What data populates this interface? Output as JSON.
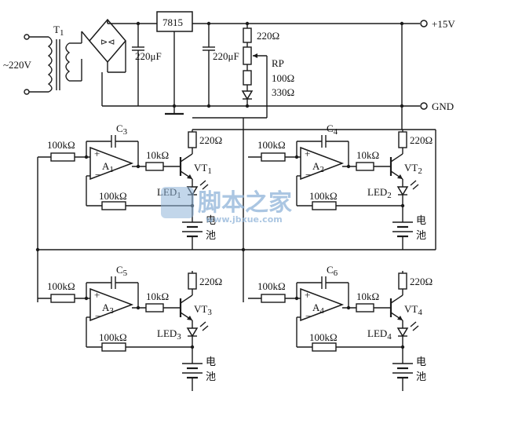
{
  "power": {
    "ac_input": "~220V",
    "transformer": "T",
    "transformer_sub": "1",
    "regulator": "7815",
    "cap_a": "220μF",
    "cap_b": "220μF",
    "r_top": "220Ω",
    "pot": "RP",
    "pot_value": "100Ω",
    "r_bottom": "330Ω",
    "vcc_label": "+15V",
    "gnd_label": "GND"
  },
  "channels": [
    {
      "r_in": "100kΩ",
      "cap": "C",
      "cap_sub": "3",
      "amp": "A",
      "amp_sub": "1",
      "r_base": "10kΩ",
      "r_c": "220Ω",
      "transistor": "VT",
      "transistor_sub": "1",
      "led": "LED",
      "led_sub": "1",
      "r_fb": "100kΩ",
      "battery_1": "电",
      "battery_2": "池"
    },
    {
      "r_in": "100kΩ",
      "cap": "C",
      "cap_sub": "4",
      "amp": "A",
      "amp_sub": "2",
      "r_base": "10kΩ",
      "r_c": "220Ω",
      "transistor": "VT",
      "transistor_sub": "2",
      "led": "LED",
      "led_sub": "2",
      "r_fb": "100kΩ",
      "battery_1": "电",
      "battery_2": "池"
    },
    {
      "r_in": "100kΩ",
      "cap": "C",
      "cap_sub": "5",
      "amp": "A",
      "amp_sub": "3",
      "r_base": "10kΩ",
      "r_c": "220Ω",
      "transistor": "VT",
      "transistor_sub": "3",
      "led": "LED",
      "led_sub": "3",
      "r_fb": "100kΩ",
      "battery_1": "电",
      "battery_2": "池"
    },
    {
      "r_in": "100kΩ",
      "cap": "C",
      "cap_sub": "6",
      "amp": "A",
      "amp_sub": "4",
      "r_base": "10kΩ",
      "r_c": "220Ω",
      "transistor": "VT",
      "transistor_sub": "4",
      "led": "LED",
      "led_sub": "4",
      "r_fb": "100kΩ",
      "battery_1": "电",
      "battery_2": "池"
    }
  ],
  "watermark": {
    "title": "脚本之家",
    "url": "www.jbxue.com"
  }
}
